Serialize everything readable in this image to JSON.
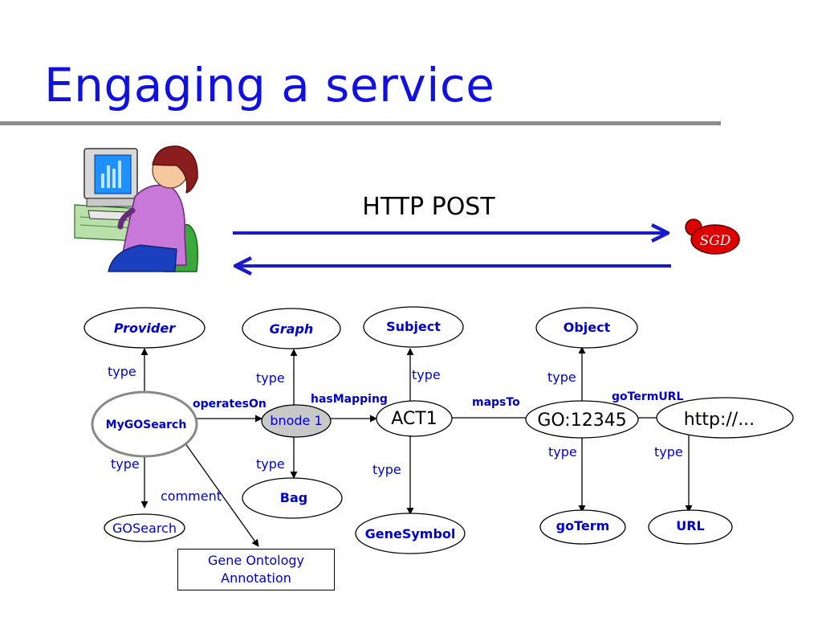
{
  "slide": {
    "title": "Engaging a service",
    "request_label": "HTTP POST",
    "server_logo_text": "SGD"
  },
  "nodes": {
    "provider": "Provider",
    "mygosearch": "MyGOSearch",
    "gosearch": "GOSearch",
    "graph": "Graph",
    "bnode": "bnode 1",
    "bag": "Bag",
    "subject": "Subject",
    "act1": "ACT1",
    "genesymbol": "GeneSymbol",
    "object": "Object",
    "go_id": "GO:12345",
    "goterm": "goTerm",
    "http": "http://...",
    "url": "URL"
  },
  "edges": {
    "type": "type",
    "operates_on": "operatesOn",
    "has_mapping": "hasMapping",
    "maps_to": "mapsTo",
    "go_term_url": "goTermURL",
    "comment": "comment"
  },
  "annotation": {
    "line1": "Gene Ontology",
    "line2": "Annotation"
  },
  "colors": {
    "title": "#1010e0",
    "arrows": "#1a1acc",
    "label_blue": "#0000cc",
    "bnode_fill": "#c8c8c8",
    "sgd_red": "#dd0000"
  }
}
